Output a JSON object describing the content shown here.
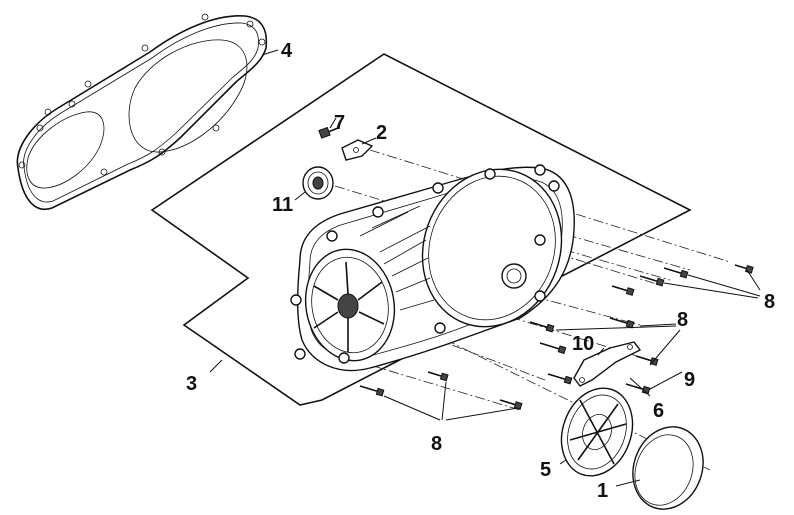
{
  "callouts": [
    {
      "id": "1",
      "label": "1"
    },
    {
      "id": "2",
      "label": "2"
    },
    {
      "id": "3",
      "label": "3"
    },
    {
      "id": "4",
      "label": "4"
    },
    {
      "id": "5",
      "label": "5"
    },
    {
      "id": "6",
      "label": "6"
    },
    {
      "id": "7",
      "label": "7"
    },
    {
      "id": "8a",
      "label": "8"
    },
    {
      "id": "8b",
      "label": "8"
    },
    {
      "id": "8c",
      "label": "8"
    },
    {
      "id": "9",
      "label": "9"
    },
    {
      "id": "10",
      "label": "10"
    },
    {
      "id": "11",
      "label": "11"
    }
  ]
}
